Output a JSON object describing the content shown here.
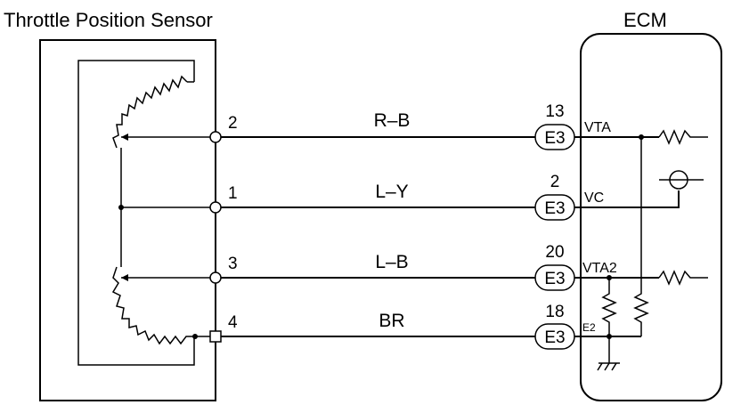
{
  "sensor": {
    "title": "Throttle Position Sensor"
  },
  "ecm": {
    "title": "ECM"
  },
  "circuits": [
    {
      "sensor_pin": "2",
      "wire": "R–B",
      "ecm_pin": "13",
      "connector": "E3",
      "signal": "VTA"
    },
    {
      "sensor_pin": "1",
      "wire": "L–Y",
      "ecm_pin": "2",
      "connector": "E3",
      "signal": "VC"
    },
    {
      "sensor_pin": "3",
      "wire": "L–B",
      "ecm_pin": "20",
      "connector": "E3",
      "signal": "VTA2"
    },
    {
      "sensor_pin": "4",
      "wire": "BR",
      "ecm_pin": "18",
      "connector": "E3",
      "signal": "E2"
    }
  ]
}
